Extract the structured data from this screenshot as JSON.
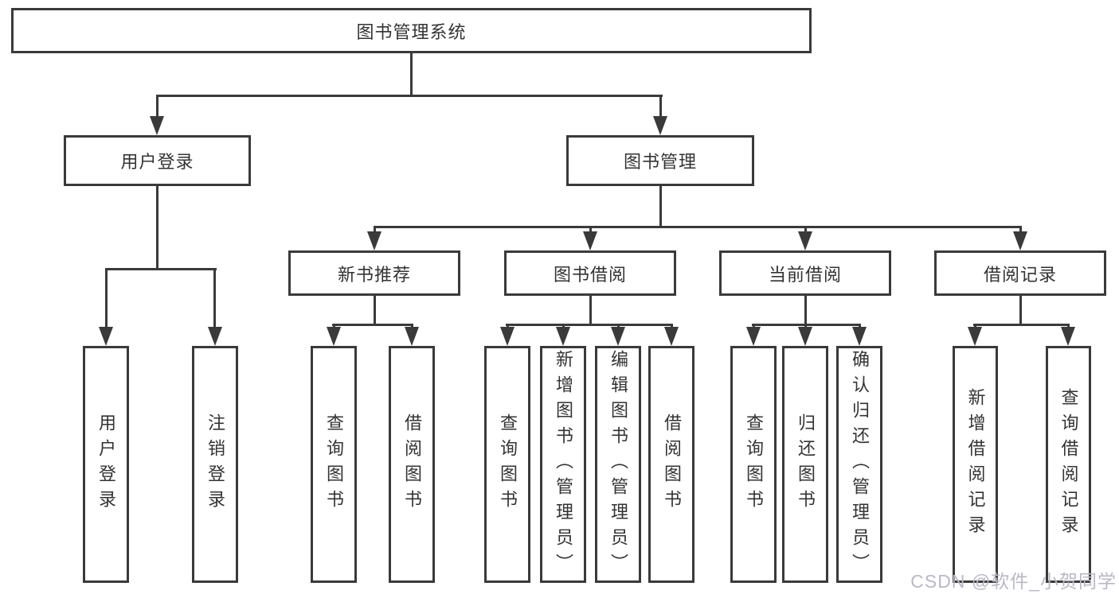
{
  "title": "图书管理系统",
  "level2": {
    "user": "用户登录",
    "book": "图书管理"
  },
  "level3": {
    "new_book": "新书推荐",
    "borrow": "图书借阅",
    "current": "当前借阅",
    "records": "借阅记录"
  },
  "leaves": {
    "user": [
      "用户登录",
      "注销登录"
    ],
    "new_book": [
      "查询图书",
      "借阅图书"
    ],
    "borrow": [
      "查询图书",
      "新增图书（管理员）",
      "编辑图书（管理员）",
      "借阅图书"
    ],
    "current": [
      "查询图书",
      "归还图书",
      "确认归还（管理员）"
    ],
    "records": [
      "新增借阅记录",
      "查询借阅记录"
    ]
  },
  "watermark": "CSDN @软件_小贺同学",
  "colors": {
    "line": "#3a3a3a",
    "text": "#333333",
    "watermark": "#b9b9c6",
    "background": "#ffffff"
  }
}
